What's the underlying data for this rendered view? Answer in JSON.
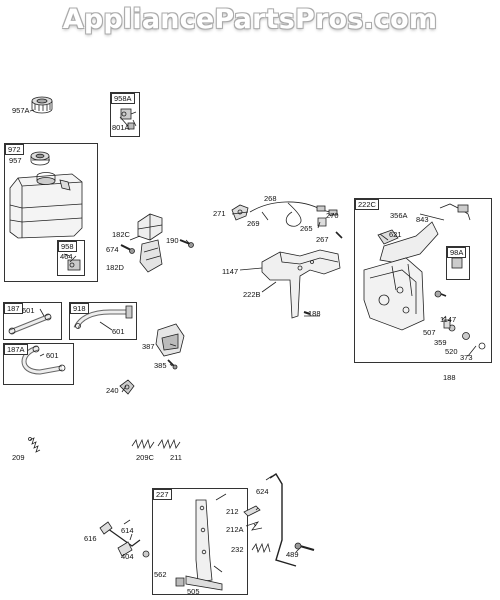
{
  "watermark": "AppliancePartsPros.com",
  "labels": {
    "l957A": "957A",
    "l958A": "958A",
    "l801A": "801A",
    "l972": "972",
    "l957": "957",
    "l958": "958",
    "l464": "464",
    "l182C": "182C",
    "l674": "674",
    "l182D": "182D",
    "l190": "190",
    "l271": "271",
    "l268": "268",
    "l269": "269",
    "l265": "265",
    "l270": "270",
    "l267": "267",
    "l222C": "222C",
    "l356A": "356A",
    "l843": "843",
    "l621": "621",
    "l98A": "98A",
    "l1147a": "1147",
    "l222B": "222B",
    "l188a": "188",
    "l1147b": "1147",
    "l507": "507",
    "l359": "359",
    "l520": "520",
    "l373": "373",
    "l188b": "188",
    "l187": "187",
    "l601a": "601",
    "l918": "918",
    "l601b": "601",
    "l187A": "187A",
    "l601c": "601",
    "l387": "387",
    "l385": "385",
    "l240": "240",
    "l209": "209",
    "l209C": "209C",
    "l211": "211",
    "l227": "227",
    "l624": "624",
    "l212": "212",
    "l212A": "212A",
    "l232": "232",
    "l489": "489",
    "l616": "616",
    "l614": "614",
    "l404": "404",
    "l562": "562",
    "l505": "505"
  }
}
